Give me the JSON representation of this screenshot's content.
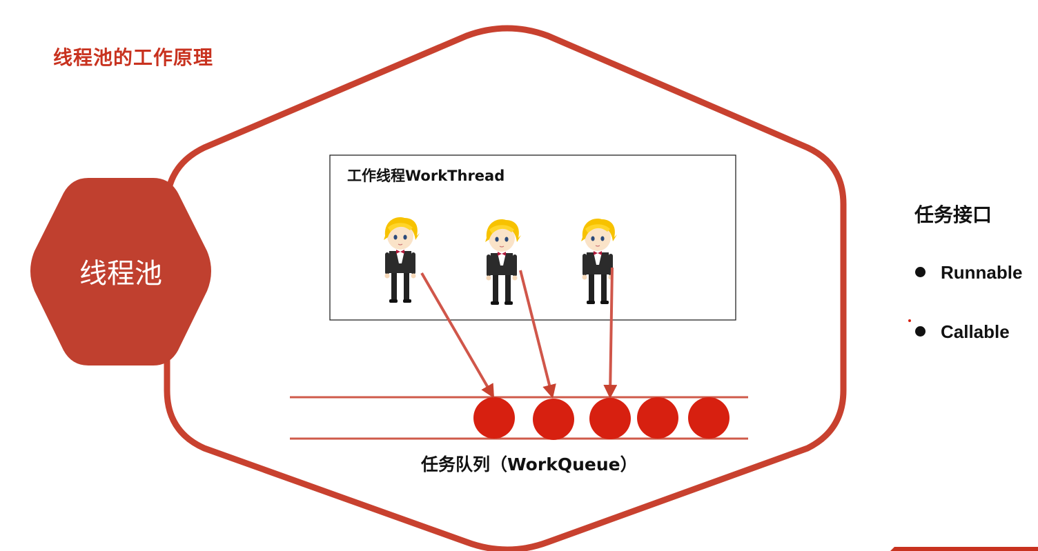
{
  "title": "线程池的工作原理",
  "pool_label": "线程池",
  "worker_box": {
    "title": "工作线程WorkThread",
    "workers": [
      {
        "icon": "waiter-character-icon"
      },
      {
        "icon": "waiter-character-icon"
      },
      {
        "icon": "waiter-character-icon"
      }
    ]
  },
  "queue": {
    "label": "任务队列（WorkQueue）",
    "task_count": 5
  },
  "task_interface": {
    "title": "任务接口",
    "items": [
      "Runnable",
      "Callable"
    ]
  },
  "colors": {
    "accent": "#c0402f",
    "task": "#d72010",
    "outline": "#c8412f"
  }
}
